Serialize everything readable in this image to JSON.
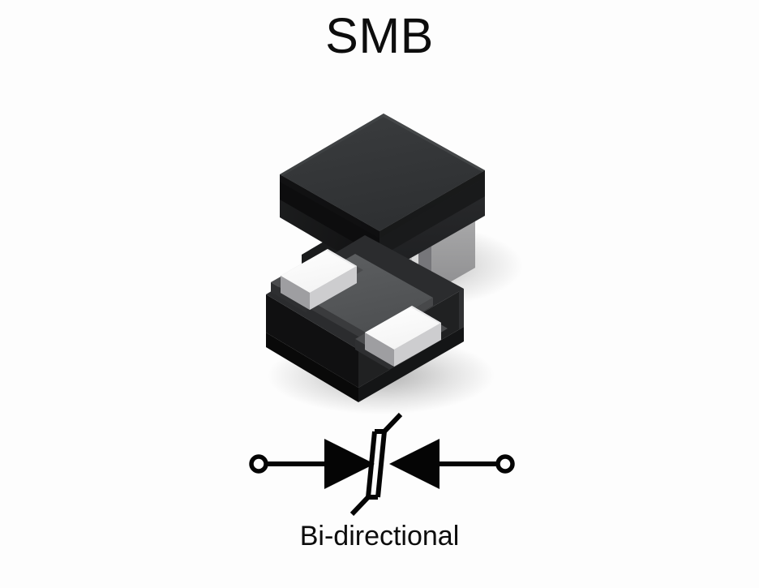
{
  "page": {
    "title": "SMB",
    "caption": "Bi-directional",
    "background_color": "#fdfdfd",
    "text_color": "#0d0d0d"
  },
  "figure": {
    "kind": "package-outline-drawing",
    "part_package": "SMB",
    "polarity": "Bi-directional",
    "views": [
      {
        "name": "top-view-3d",
        "label": "SMB package top isometric view",
        "body_top_color": "#353739",
        "body_side_color": "#1b1c1d",
        "body_front_color": "#27282a",
        "lead_top_color": "#eaeaea",
        "lead_face_color": "#9c9c9c",
        "lead_side_color": "#74747a",
        "visible_leads": 1
      },
      {
        "name": "bottom-view-3d",
        "label": "SMB package bottom isometric view",
        "body_top_color": "#58595b",
        "body_side_color": "#111112",
        "body_front_color": "#2c2d2f",
        "pad_top_color": "#fbfbfb",
        "pad_side_color": "#b9b9bb",
        "pad_edge_color": "#87878a",
        "visible_pads": 2
      }
    ],
    "shadow_color": "rgba(0,0,0,0.16)"
  },
  "schematic": {
    "name": "bidirectional-tvs-diode-symbol",
    "description": "Two back-to-back Zener diodes with common cathode bar",
    "stroke_color": "#050505",
    "fill_color": "#050505",
    "terminal_shape": "open-circle",
    "terminal_count": 2,
    "terminals": [
      {
        "name": "terminal-left",
        "position": "left"
      },
      {
        "name": "terminal-right",
        "position": "right"
      }
    ],
    "elements": [
      {
        "name": "diode-triangle-left",
        "direction": "points-right"
      },
      {
        "name": "zener-cathode-bar",
        "style": "double-slanted-bar-with-arms"
      },
      {
        "name": "diode-triangle-right",
        "direction": "points-left"
      }
    ]
  }
}
